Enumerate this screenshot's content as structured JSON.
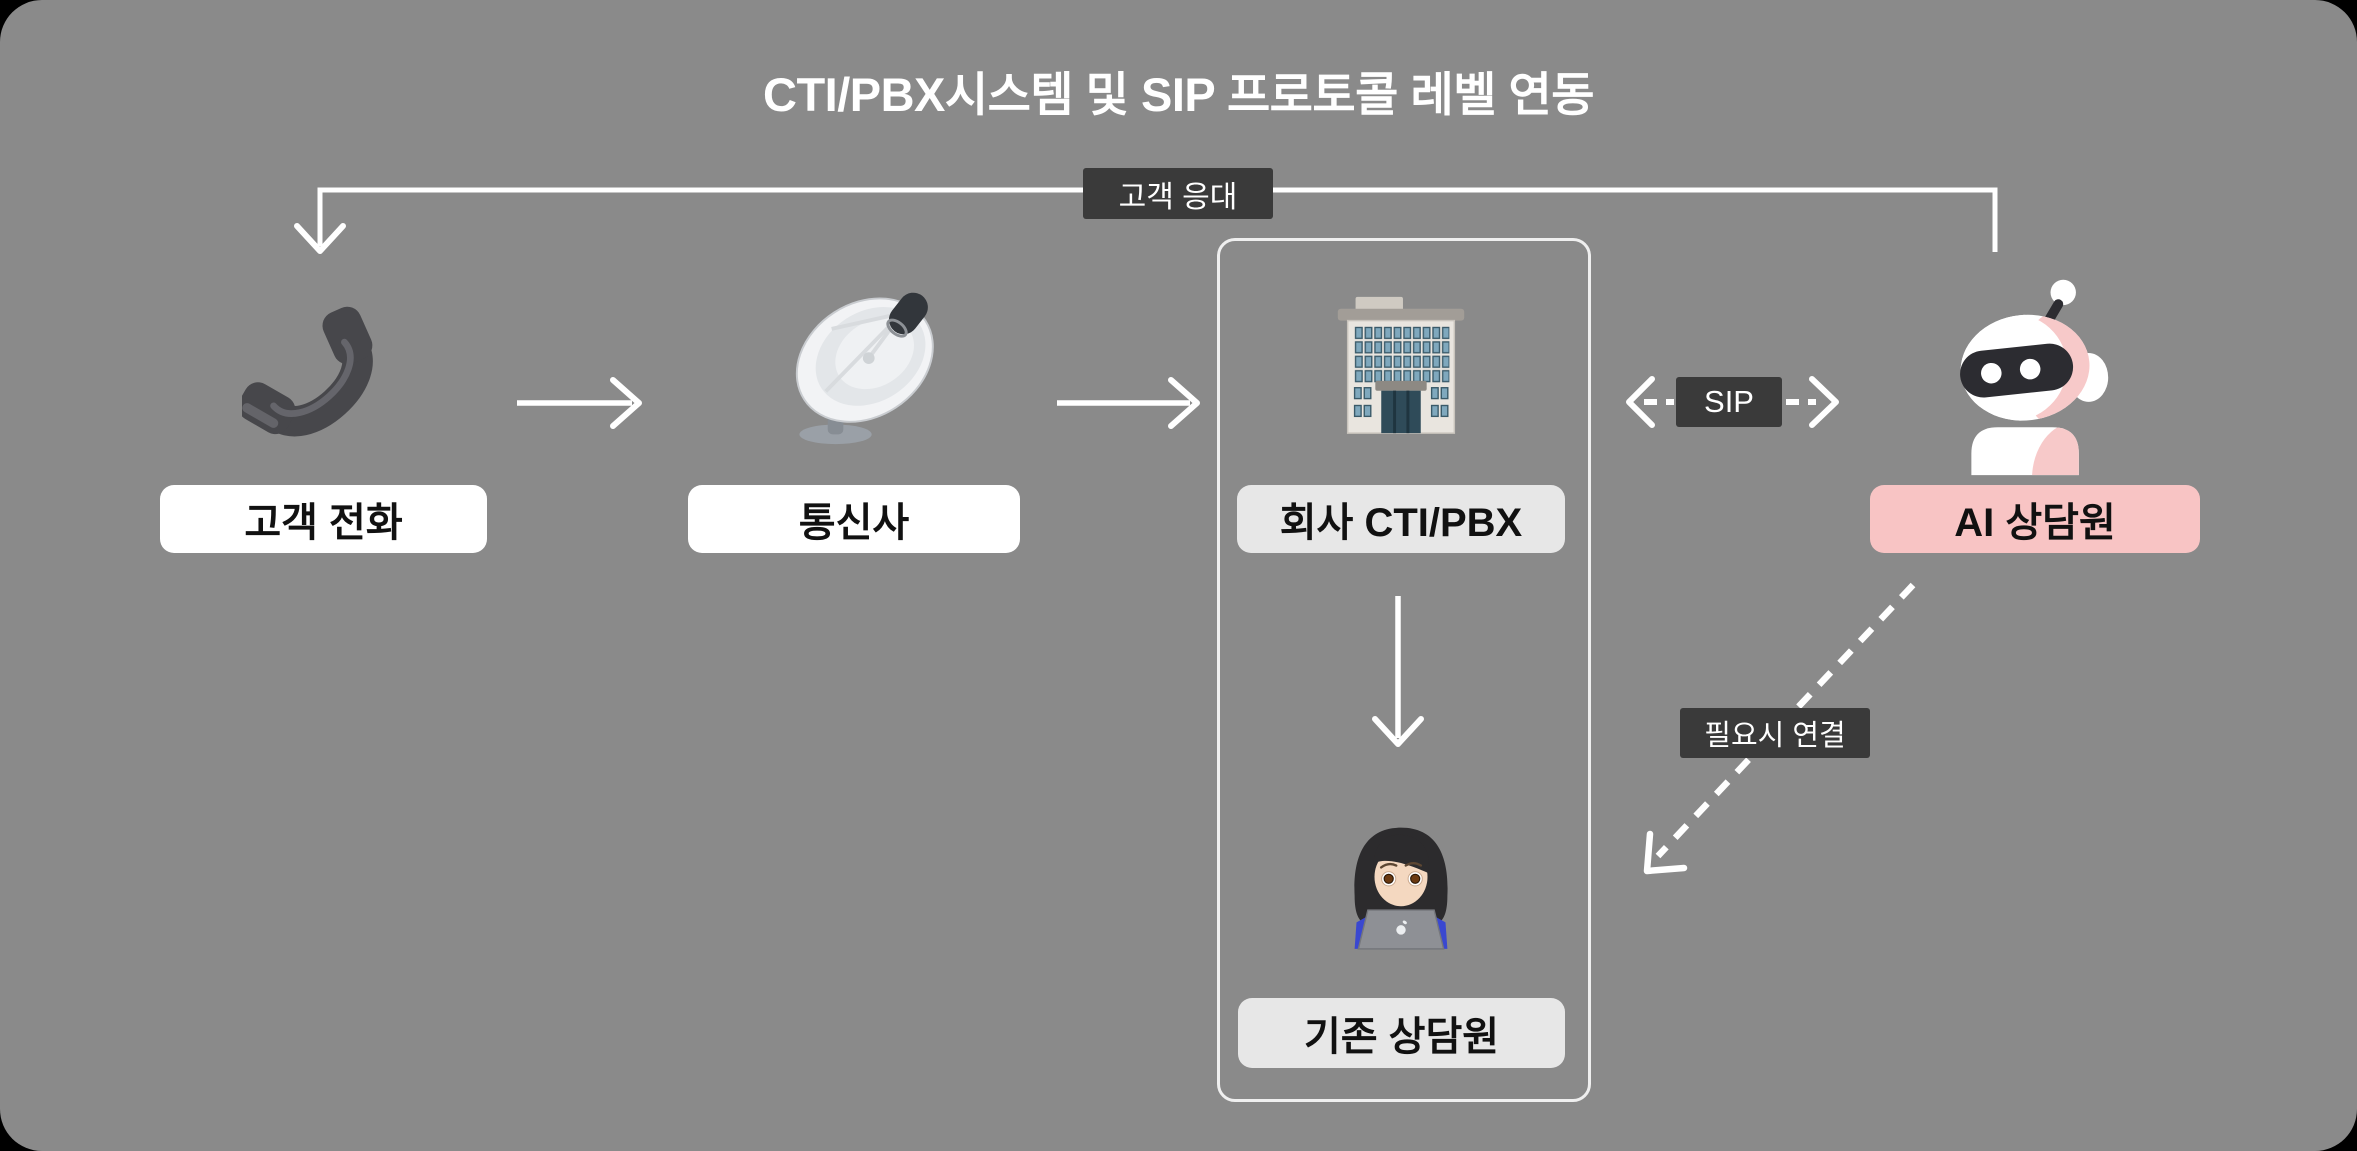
{
  "title": "CTI/PBX시스템 및 SIP 프로토콜 레벨 연동",
  "nodes": {
    "customer_phone": {
      "label": "고객 전화",
      "icon": "telephone-receiver-icon"
    },
    "carrier": {
      "label": "통신사",
      "icon": "satellite-dish-icon"
    },
    "company_cti_pbx": {
      "label": "회사 CTI/PBX",
      "icon": "office-building-icon"
    },
    "ai_agent": {
      "label": "AI 상담원",
      "icon": "robot-icon"
    },
    "existing_agent": {
      "label": "기존 상담원",
      "icon": "woman-technologist-icon"
    }
  },
  "edges": {
    "customer_response": {
      "label": "고객 응대",
      "from": "ai_agent",
      "to": "customer_phone",
      "style": "solid-elbow-arrow"
    },
    "phone_to_carrier": {
      "label": "",
      "from": "customer_phone",
      "to": "carrier",
      "style": "solid-arrow"
    },
    "carrier_to_pbx": {
      "label": "",
      "from": "carrier",
      "to": "company_cti_pbx",
      "style": "solid-arrow"
    },
    "sip_link": {
      "label": "SIP",
      "from": "company_cti_pbx",
      "to": "ai_agent",
      "style": "dashed-bidirectional-arrow"
    },
    "pbx_to_existing": {
      "label": "",
      "from": "company_cti_pbx",
      "to": "existing_agent",
      "style": "solid-arrow"
    },
    "escalation": {
      "label": "필요시 연결",
      "from": "ai_agent",
      "to": "existing_agent",
      "style": "dashed-arrow"
    }
  },
  "colors": {
    "page_background": "#000000",
    "canvas_background": "#8A8A8A",
    "dark_label_background": "#3A3A3A",
    "white_label_background": "#FFFFFF",
    "gray_label_background": "#E7E7E7",
    "pink_label_background": "#F8C4C4",
    "edge_line": "#FFFFFF",
    "label_text": "#111111",
    "edge_label_text": "#FFFFFF",
    "boundary_border": "#EFEFEF"
  }
}
